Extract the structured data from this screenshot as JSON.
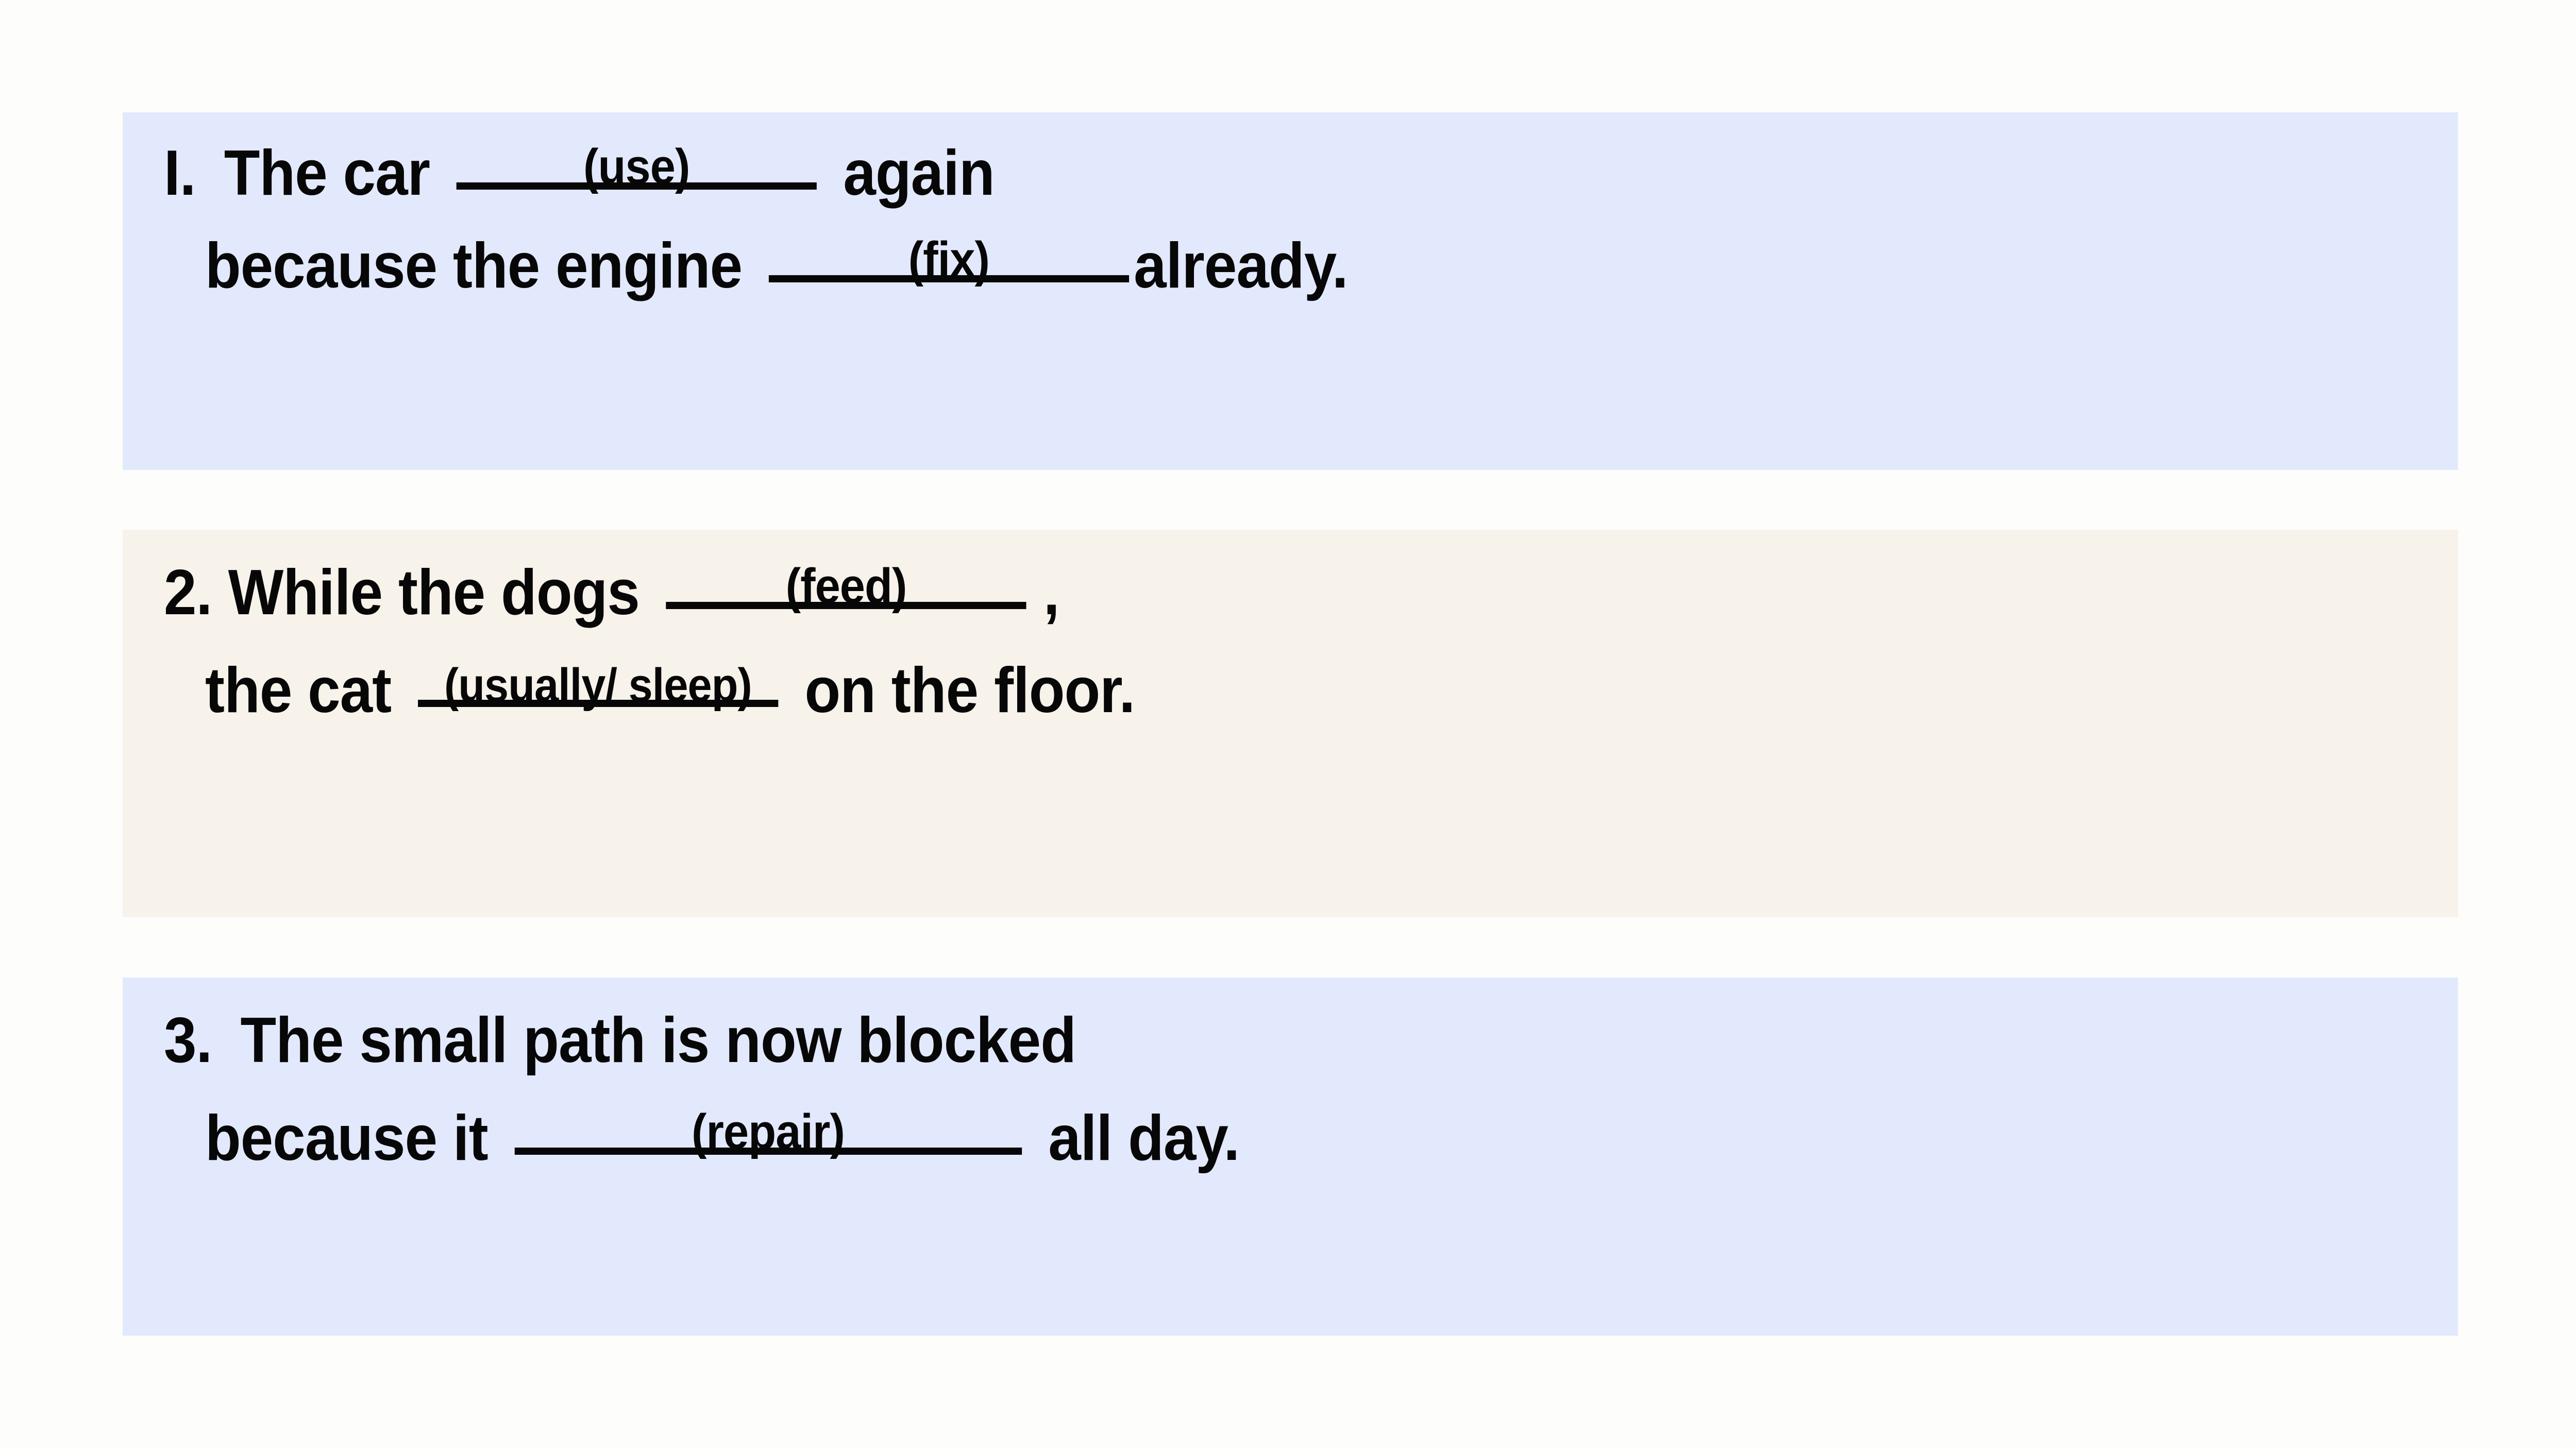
{
  "page": {
    "background_color": "#fdfdfb",
    "text_color": "#070708"
  },
  "colors": {
    "block_blue": "#e3e9fc",
    "block_cream": "#f7f2ea"
  },
  "questions": [
    {
      "number": "I.",
      "background": "blue",
      "line1": {
        "before": "The car",
        "cue": "(use)",
        "after": "again"
      },
      "line2": {
        "before": "because the engine",
        "cue": "(fix)",
        "after": "already."
      }
    },
    {
      "number": "2.",
      "background": "cream",
      "line1": {
        "before": "While the dogs",
        "cue": "(feed)",
        "after": ","
      },
      "line2": {
        "before": "the cat",
        "cue": "(usually/ sleep)",
        "after": "on the floor."
      }
    },
    {
      "number": "3.",
      "background": "blue",
      "line1": {
        "before": "The small path is now blocked",
        "cue": "",
        "after": ""
      },
      "line2": {
        "before": "because it",
        "cue": "(repair)",
        "after": "all day."
      }
    }
  ]
}
